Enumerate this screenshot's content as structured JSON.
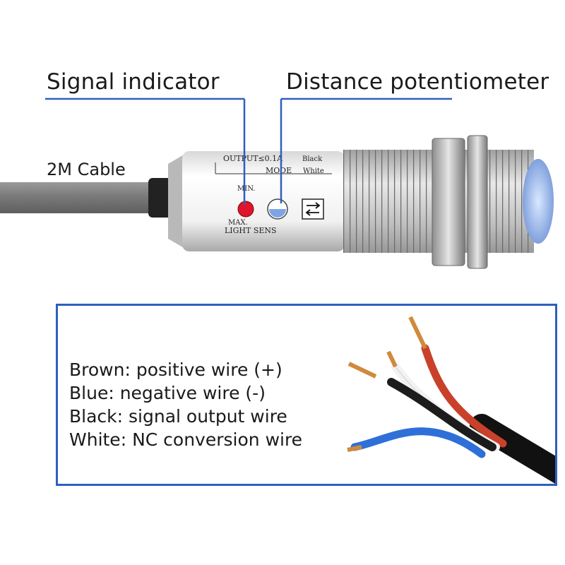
{
  "callouts": {
    "signal_indicator": "Signal indicator",
    "distance_potentiometer": "Distance potentiometer",
    "cable": "2M Cable"
  },
  "sensor_plate": {
    "output_line": "OUTPUT≤0.1A",
    "output_color": "Black",
    "mode": "MODE",
    "mode_color": "White",
    "min": "MIN.",
    "max": "MAX.",
    "light_sens": "LIGHT SENS"
  },
  "wires": [
    {
      "label": "Brown: positive wire (+)"
    },
    {
      "label": "Blue: negative wire (-)"
    },
    {
      "label": "Black: signal output wire"
    },
    {
      "label": "White: NC conversion wire"
    }
  ],
  "colors": {
    "accent_blue": "#2f5fbf",
    "indicator_red": "#e0142a",
    "wire_brown": "#c9412a",
    "wire_blue": "#2f6fd8",
    "wire_black": "#1c1c1c",
    "wire_white": "#f2f2f2",
    "copper": "#d08a3c"
  }
}
